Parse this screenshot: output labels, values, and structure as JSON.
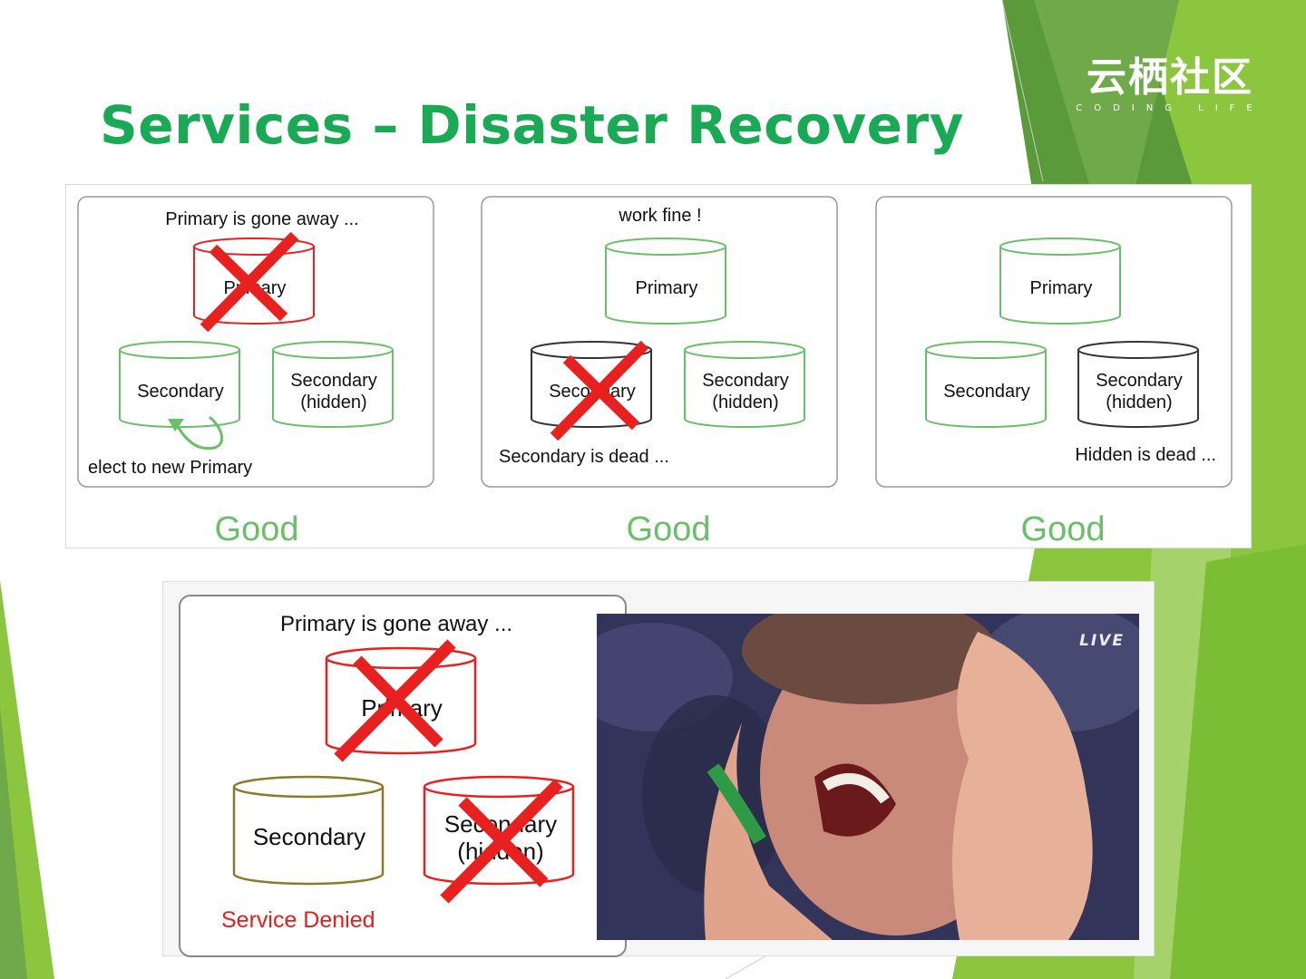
{
  "slide": {
    "title": "Services – Disaster Recovery",
    "logo": {
      "main": "云栖社区",
      "sub": "CODING LIFE"
    }
  },
  "colors": {
    "title_green": "#1aaa55",
    "ok_green": "#6abf69",
    "dead_gray": "#333333",
    "red": "#e82020",
    "service_denied_red": "#e02020",
    "olive": "#8a7a2a"
  },
  "scenarios": [
    {
      "caption": "Primary is gone away ...",
      "primary": "Primary",
      "secondary": "Secondary",
      "hidden_line1": "Secondary",
      "hidden_line2": "(hidden)",
      "note": "elect to new Primary",
      "result": "Good"
    },
    {
      "caption": "work fine !",
      "primary": "Primary",
      "secondary": "Secondary",
      "hidden_line1": "Secondary",
      "hidden_line2": "(hidden)",
      "note": "Secondary is dead ...",
      "result": "Good"
    },
    {
      "caption": "",
      "primary": "Primary",
      "secondary": "Secondary",
      "hidden_line1": "Secondary",
      "hidden_line2": "(hidden)",
      "note": "Hidden is dead ...",
      "result": "Good"
    }
  ],
  "failure": {
    "caption": "Primary is gone away ...",
    "primary": "Primary",
    "secondary": "Secondary",
    "hidden_line1": "Secondary",
    "hidden_line2": "(hidden)",
    "status": "Service Denied"
  },
  "photo": {
    "badge": "LIVE",
    "icon": "frustrated-person-photo"
  }
}
